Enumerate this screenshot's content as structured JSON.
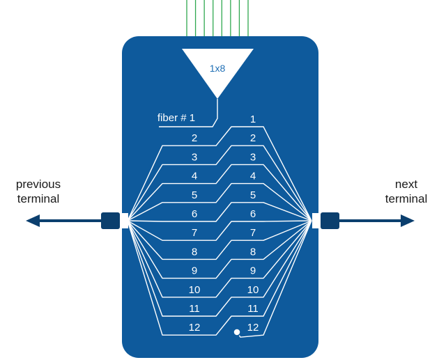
{
  "splitter": {
    "label": "1x8",
    "outputs": 8
  },
  "fiber_label": "fiber # 1",
  "left_numbers": [
    "2",
    "3",
    "4",
    "5",
    "6",
    "7",
    "8",
    "9",
    "10",
    "11",
    "12"
  ],
  "right_numbers": [
    "1",
    "2",
    "3",
    "4",
    "5",
    "6",
    "7",
    "8",
    "9",
    "10",
    "11",
    "12"
  ],
  "previous_terminal": {
    "line1": "previous",
    "line2": "terminal"
  },
  "next_terminal": {
    "line1": "next",
    "line2": "terminal"
  },
  "colors": {
    "box": "#0e5a9c",
    "lines": "#ffffff",
    "fibers": "#2fa84f",
    "arrow": "#0b3f6e",
    "connector": "#0b3f6e",
    "text_box": "#ffffff",
    "text_outside": "#1a1a1a",
    "splitter_text": "#1f6fb5"
  }
}
